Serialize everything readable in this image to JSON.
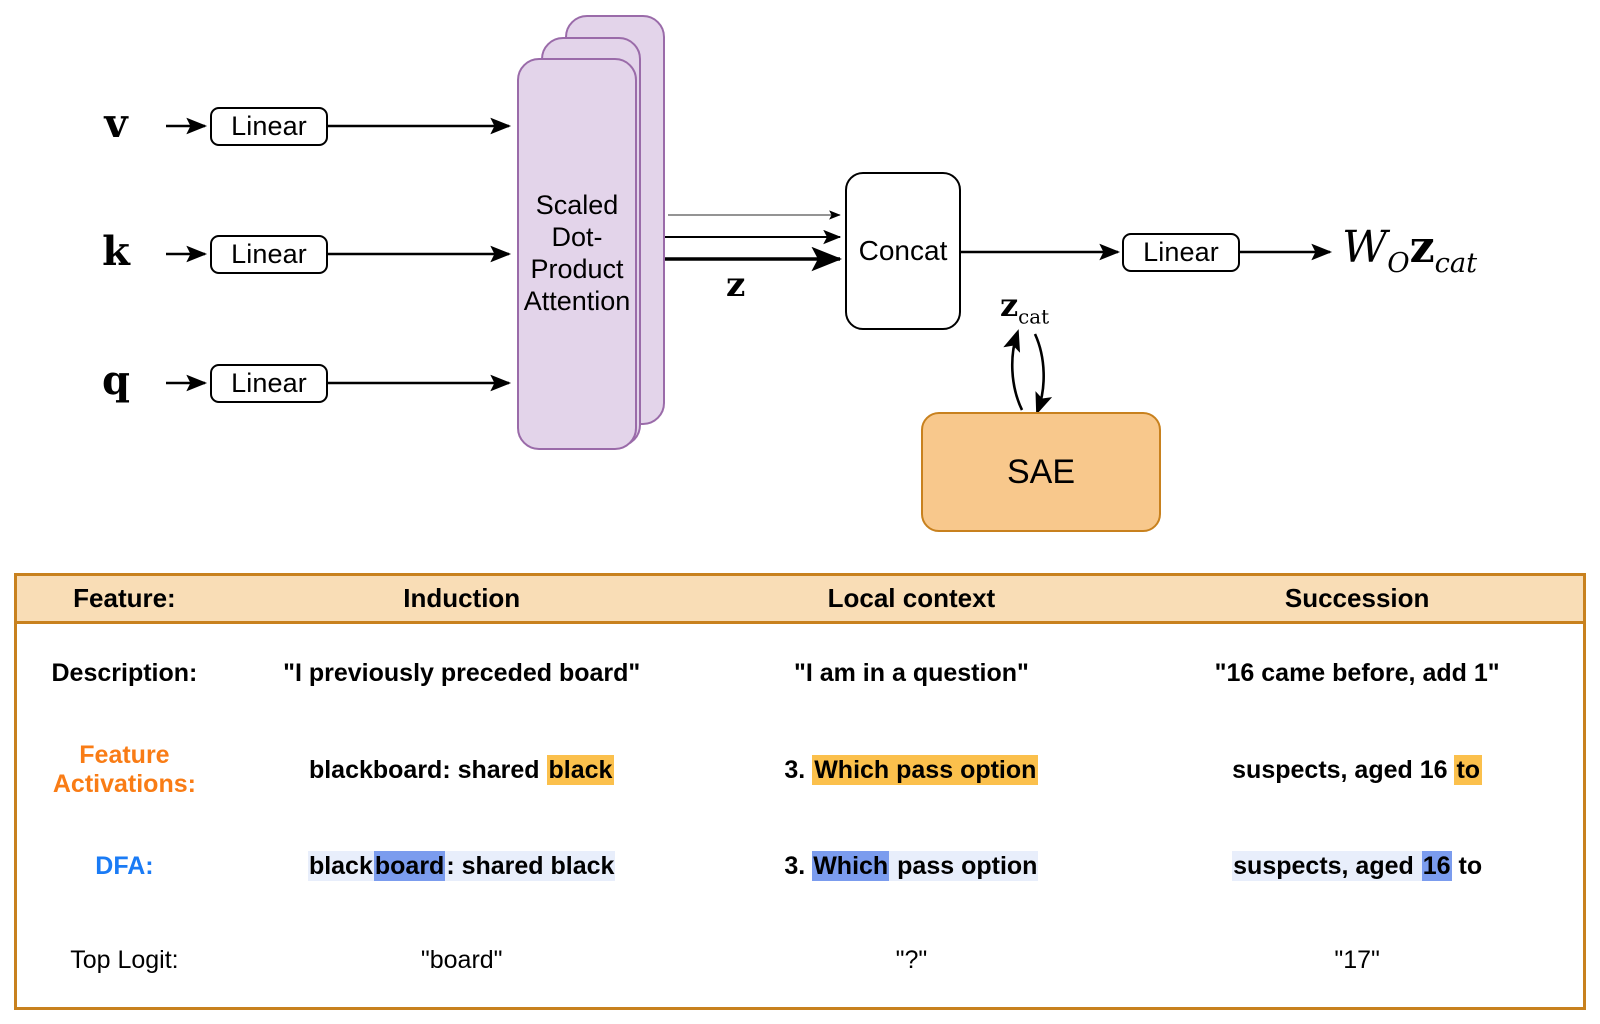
{
  "diagram": {
    "inputs": [
      {
        "symbol": "v",
        "linear_label": "Linear"
      },
      {
        "symbol": "k",
        "linear_label": "Linear"
      },
      {
        "symbol": "q",
        "linear_label": "Linear"
      }
    ],
    "attention_block": {
      "label": "Scaled Dot-Product Attention",
      "line1": "Scaled",
      "line2": "Dot-",
      "line3": "Product",
      "line4": "Attention",
      "stack_count": 3,
      "fill": "#e3d4ea",
      "stroke": "#9a6ba9"
    },
    "z_label": "z",
    "concat_label": "Concat",
    "output_linear_label": "Linear",
    "output_formula": "W_O z_cat",
    "output_formula_parts": {
      "w": "W",
      "w_sub": "O",
      "z": "z",
      "z_sub": "cat"
    },
    "zcat_label_parts": {
      "z": "z",
      "sub": "cat"
    },
    "sae_label": "SAE",
    "sae_fill": "#f8c88c",
    "sae_stroke": "#c8811e"
  },
  "table": {
    "border_color": "#c8811e",
    "header_bg": "#f9ddb6",
    "highlight_orange": "#fbc04c",
    "highlight_blue_light": "#e8eefb",
    "highlight_blue_dark": "#7b9cee",
    "feature_activations_color": "#f97c15",
    "dfa_color": "#1a7bf5",
    "header": {
      "label": "Feature:",
      "columns": [
        "Induction",
        "Local context",
        "Succession"
      ]
    },
    "rows": {
      "description": {
        "label": "Description:",
        "cells": [
          "\"I previously preceded board\"",
          "\"I am in a question\"",
          "\"16 came before, add 1\""
        ]
      },
      "feature_activations": {
        "label_line1": "Feature",
        "label_line2": "Activations:",
        "cells": [
          {
            "plain_before": "blackboard: shared ",
            "highlight": "black",
            "plain_after": ""
          },
          {
            "plain_before": "3. ",
            "highlight": "Which pass option",
            "plain_after": ""
          },
          {
            "plain_before": "suspects, aged 16 ",
            "highlight": "to",
            "plain_after": ""
          }
        ]
      },
      "dfa": {
        "label": "DFA:",
        "cells": [
          {
            "light_before": "black",
            "dark": "board",
            "light_after": ": shared black",
            "plain_after": ""
          },
          {
            "plain_before": "3. ",
            "dark": "Which",
            "light_after": " pass option",
            "plain_after": ""
          },
          {
            "light_before": "suspects, aged ",
            "dark": "16",
            "light_after": "",
            "plain_after": " to"
          }
        ]
      },
      "top_logit": {
        "label": "Top Logit:",
        "cells": [
          "\"board\"",
          "\"?\"",
          "\"17\""
        ]
      }
    }
  }
}
